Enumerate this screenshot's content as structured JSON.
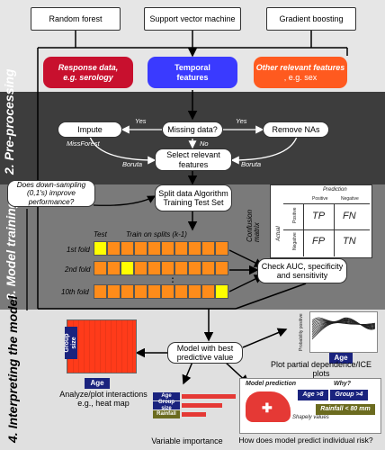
{
  "models": [
    "Random forest",
    "Support vector machine",
    "Gradient boosting"
  ],
  "inputs": {
    "response": {
      "text": "Response data,",
      "sub": "e.g. serology",
      "color": "#c8102e"
    },
    "temporal": {
      "text": "Temporal features",
      "color": "#3a3aff"
    },
    "other": {
      "text": "Other relevant features",
      "sub": ", e.g. sex",
      "color": "#ff5a1f"
    }
  },
  "sections": {
    "preprocessing": "2. Pre-processing",
    "training": "3. Model training",
    "interpreting": "4. Interpreting the model"
  },
  "preprocessing": {
    "impute": "Impute",
    "missforest": "MissForest",
    "missing": "Missing data?",
    "remove": "Remove NAs",
    "yes_left": "Yes",
    "yes_right": "Yes",
    "no": "No",
    "boruta_left": "Boruta",
    "boruta_right": "Boruta",
    "select": "Select relevant features"
  },
  "training": {
    "downsample": "Does down-sampling (0,1's) improve performance?",
    "split": "Split data Algorithm Training Test Set",
    "test_label": "Test",
    "train_label": "Train on splits (k-1)",
    "folds": [
      "1st fold",
      "2nd fold",
      "10th fold"
    ],
    "dots": "⋮",
    "check": "Check AUC, specificity and sensitivity",
    "confusion": {
      "title": "Confusion matrix",
      "prediction": "Prediction",
      "positive": "Positive",
      "negative": "Negative",
      "actual": "Actual",
      "tp": "TP",
      "fn": "FN",
      "fp": "FP",
      "tn": "TN"
    }
  },
  "interpreting": {
    "best": "Model with best predictive value",
    "pd_caption": "Plot partial dependence/ICE plots",
    "pd_ylabel": "Probability positive",
    "pd_xlabel": "Age",
    "interactions": "Analyze/plot interactions e.g., heat map",
    "hm_ylabel": "Group size",
    "hm_xlabel": "Age",
    "importance": "Variable importance",
    "vi_labels": [
      "Age",
      "Group size",
      "Rainfall"
    ],
    "vi_values": [
      1.0,
      0.75,
      0.45
    ],
    "individual": "How does model predict individual risk?",
    "model_prediction": "Model prediction",
    "why": "Why?",
    "shapely": "Shapely values",
    "factors": [
      "Age >8",
      "Group >4",
      "Rainfall < 80 mm"
    ]
  },
  "colors": {
    "top_band": "#e6e6e6",
    "preproc_band": "#3d3d3d",
    "training_band": "#7a7a7a",
    "interp_band": "#e0e0e0",
    "fold_orange": "#ff8c1a",
    "fold_yellow": "#ffff00",
    "navy": "#1a237e",
    "olive": "#6b6b1f",
    "heatmap_red": "#ff3b1a"
  }
}
